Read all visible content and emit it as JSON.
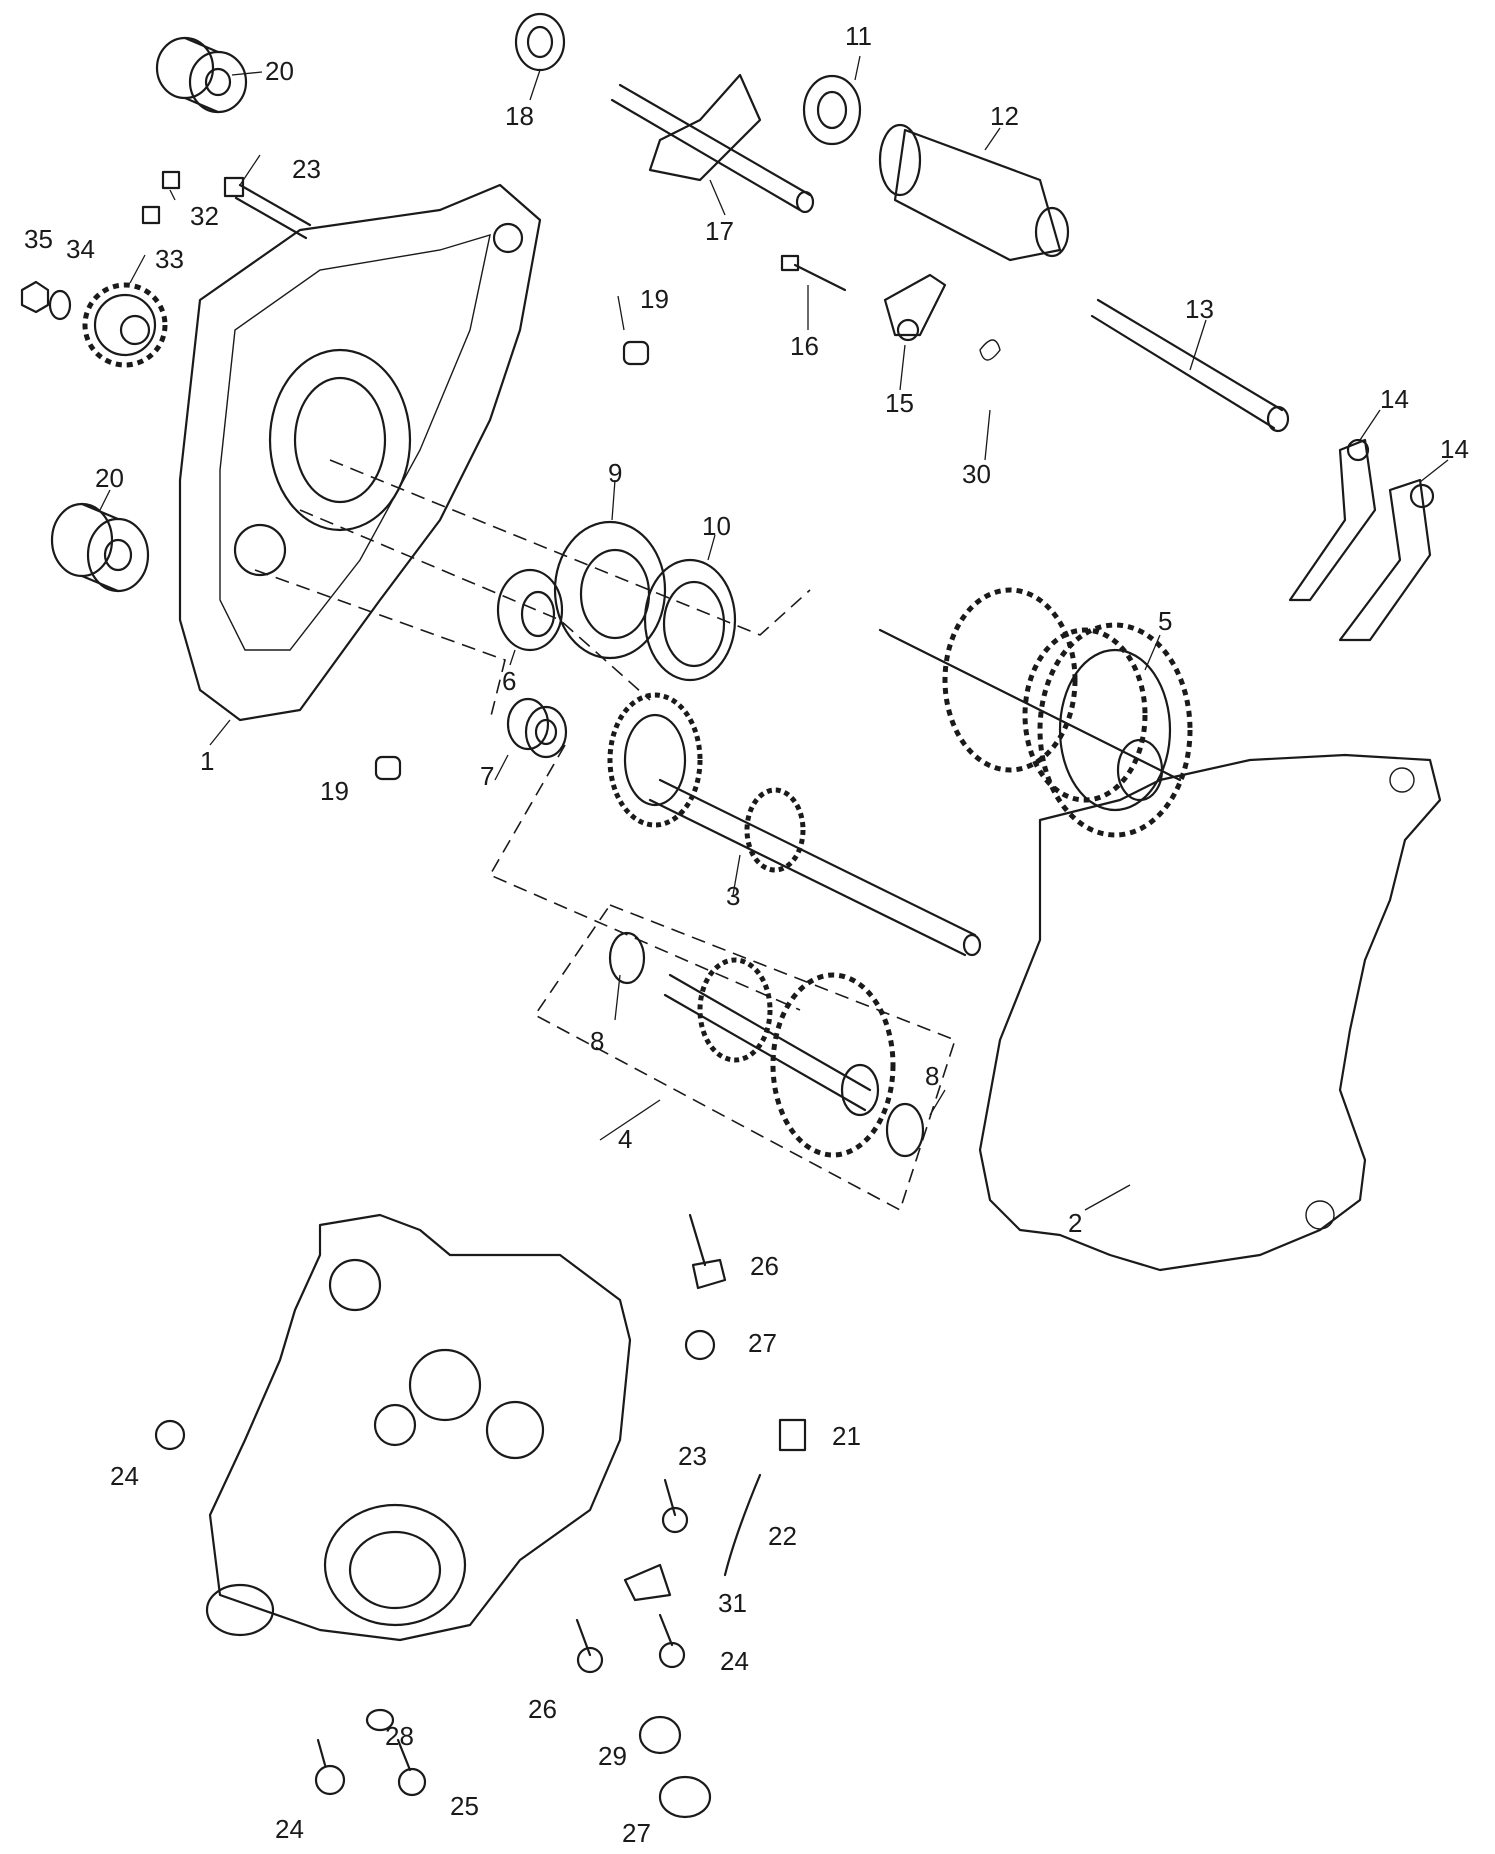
{
  "labels": [
    {
      "id": "l1",
      "text": "1"
    },
    {
      "id": "l2",
      "text": "2"
    },
    {
      "id": "l3",
      "text": "3"
    },
    {
      "id": "l4",
      "text": "4"
    },
    {
      "id": "l5",
      "text": "5"
    },
    {
      "id": "l6",
      "text": "6"
    },
    {
      "id": "l7",
      "text": "7"
    },
    {
      "id": "l8a",
      "text": "8"
    },
    {
      "id": "l8b",
      "text": "8"
    },
    {
      "id": "l9",
      "text": "9"
    },
    {
      "id": "l10",
      "text": "10"
    },
    {
      "id": "l11",
      "text": "11"
    },
    {
      "id": "l12",
      "text": "12"
    },
    {
      "id": "l13",
      "text": "13"
    },
    {
      "id": "l14a",
      "text": "14"
    },
    {
      "id": "l14b",
      "text": "14"
    },
    {
      "id": "l15",
      "text": "15"
    },
    {
      "id": "l16",
      "text": "16"
    },
    {
      "id": "l17",
      "text": "17"
    },
    {
      "id": "l18",
      "text": "18"
    },
    {
      "id": "l19a",
      "text": "19"
    },
    {
      "id": "l19b",
      "text": "19"
    },
    {
      "id": "l20a",
      "text": "20"
    },
    {
      "id": "l20b",
      "text": "20"
    },
    {
      "id": "l21",
      "text": "21"
    },
    {
      "id": "l22",
      "text": "22"
    },
    {
      "id": "l23a",
      "text": "23"
    },
    {
      "id": "l23b",
      "text": "23"
    },
    {
      "id": "l24a",
      "text": "24"
    },
    {
      "id": "l24b",
      "text": "24"
    },
    {
      "id": "l24c",
      "text": "24"
    },
    {
      "id": "l25",
      "text": "25"
    },
    {
      "id": "l26a",
      "text": "26"
    },
    {
      "id": "l26b",
      "text": "26"
    },
    {
      "id": "l27a",
      "text": "27"
    },
    {
      "id": "l27b",
      "text": "27"
    },
    {
      "id": "l28",
      "text": "28"
    },
    {
      "id": "l29",
      "text": "29"
    },
    {
      "id": "l30",
      "text": "30"
    },
    {
      "id": "l31",
      "text": "31"
    },
    {
      "id": "l32",
      "text": "32"
    },
    {
      "id": "l33",
      "text": "33"
    },
    {
      "id": "l34",
      "text": "34"
    },
    {
      "id": "l35",
      "text": "35"
    }
  ],
  "colors": {
    "line": "#1a1a1a",
    "background": "#ffffff"
  }
}
